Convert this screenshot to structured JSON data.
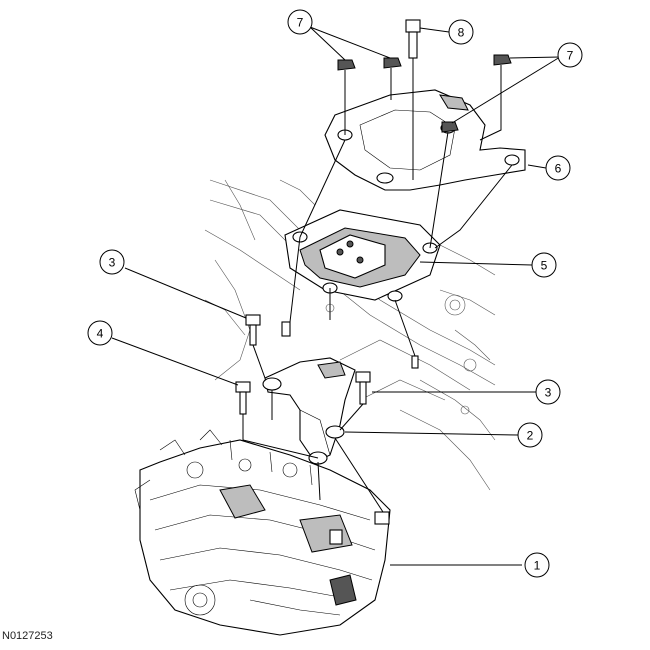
{
  "figure_id": "N0127253",
  "callouts": [
    {
      "label": "1"
    },
    {
      "label": "2"
    },
    {
      "label": "3"
    },
    {
      "label": "3"
    },
    {
      "label": "4"
    },
    {
      "label": "5"
    },
    {
      "label": "6"
    },
    {
      "label": "7"
    },
    {
      "label": "7"
    },
    {
      "label": "8"
    }
  ]
}
